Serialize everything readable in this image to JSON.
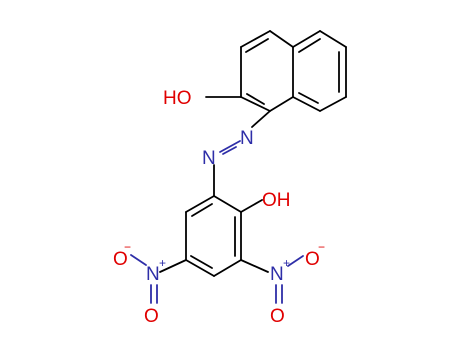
{
  "molecule": {
    "labels": {
      "oh_top": "HO",
      "oh_bottom": "OH",
      "azo_n1": "N",
      "azo_n2": "N",
      "no2_left": {
        "n": "N",
        "charge": "+",
        "o_top": "O",
        "o_top_charge": "−",
        "o_bottom": "O"
      },
      "no2_right": {
        "n": "N",
        "charge": "+",
        "o_top": "O",
        "o_top_charge": "−",
        "o_bottom": "O"
      }
    },
    "colors": {
      "bond": "#000000",
      "oxygen": "#e00000",
      "nitrogen": "#2e2ea8",
      "background": "#ffffff"
    }
  }
}
